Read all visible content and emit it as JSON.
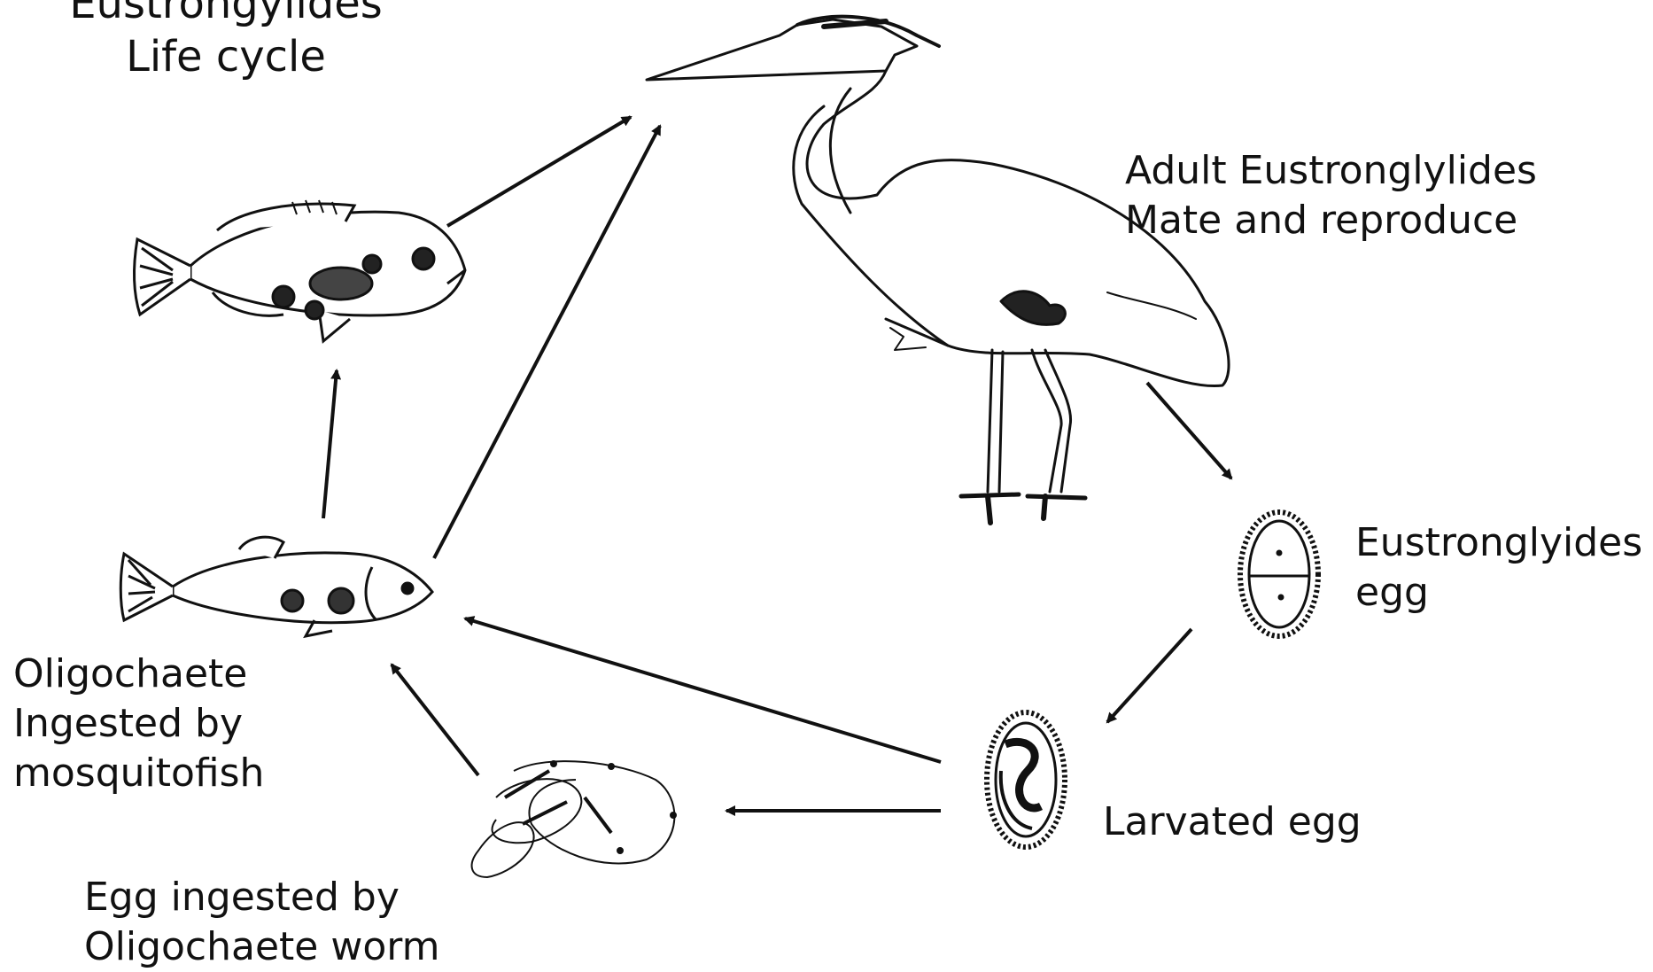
{
  "title": {
    "line1": "Eustrongylides",
    "line2": "Life cycle"
  },
  "labels": {
    "heron": {
      "line1": "Adult Eustronglylides",
      "line2": "Mate and reproduce"
    },
    "egg": {
      "line1": "Eustronglyides",
      "line2": "egg"
    },
    "larvated": {
      "line1": "Larvated egg"
    },
    "mosquitofish": {
      "line1": "Oligochaete",
      "line2": "Ingested by",
      "line3": "mosquitofish"
    },
    "worm": {
      "line1": "Egg ingested by",
      "line2": "Oligochaete worm"
    }
  },
  "stages": [
    {
      "name": "Heron (definitive host)",
      "icon": "heron-icon"
    },
    {
      "name": "Eustronglyides egg",
      "icon": "egg-icon"
    },
    {
      "name": "Larvated egg",
      "icon": "larvated-egg-icon"
    },
    {
      "name": "Oligochaete worm",
      "icon": "worm-icon"
    },
    {
      "name": "Mosquitofish",
      "icon": "mosquitofish-icon"
    },
    {
      "name": "Predatory fish",
      "icon": "large-fish-icon"
    }
  ],
  "colors": {
    "ink": "#111111",
    "background": "#ffffff"
  }
}
